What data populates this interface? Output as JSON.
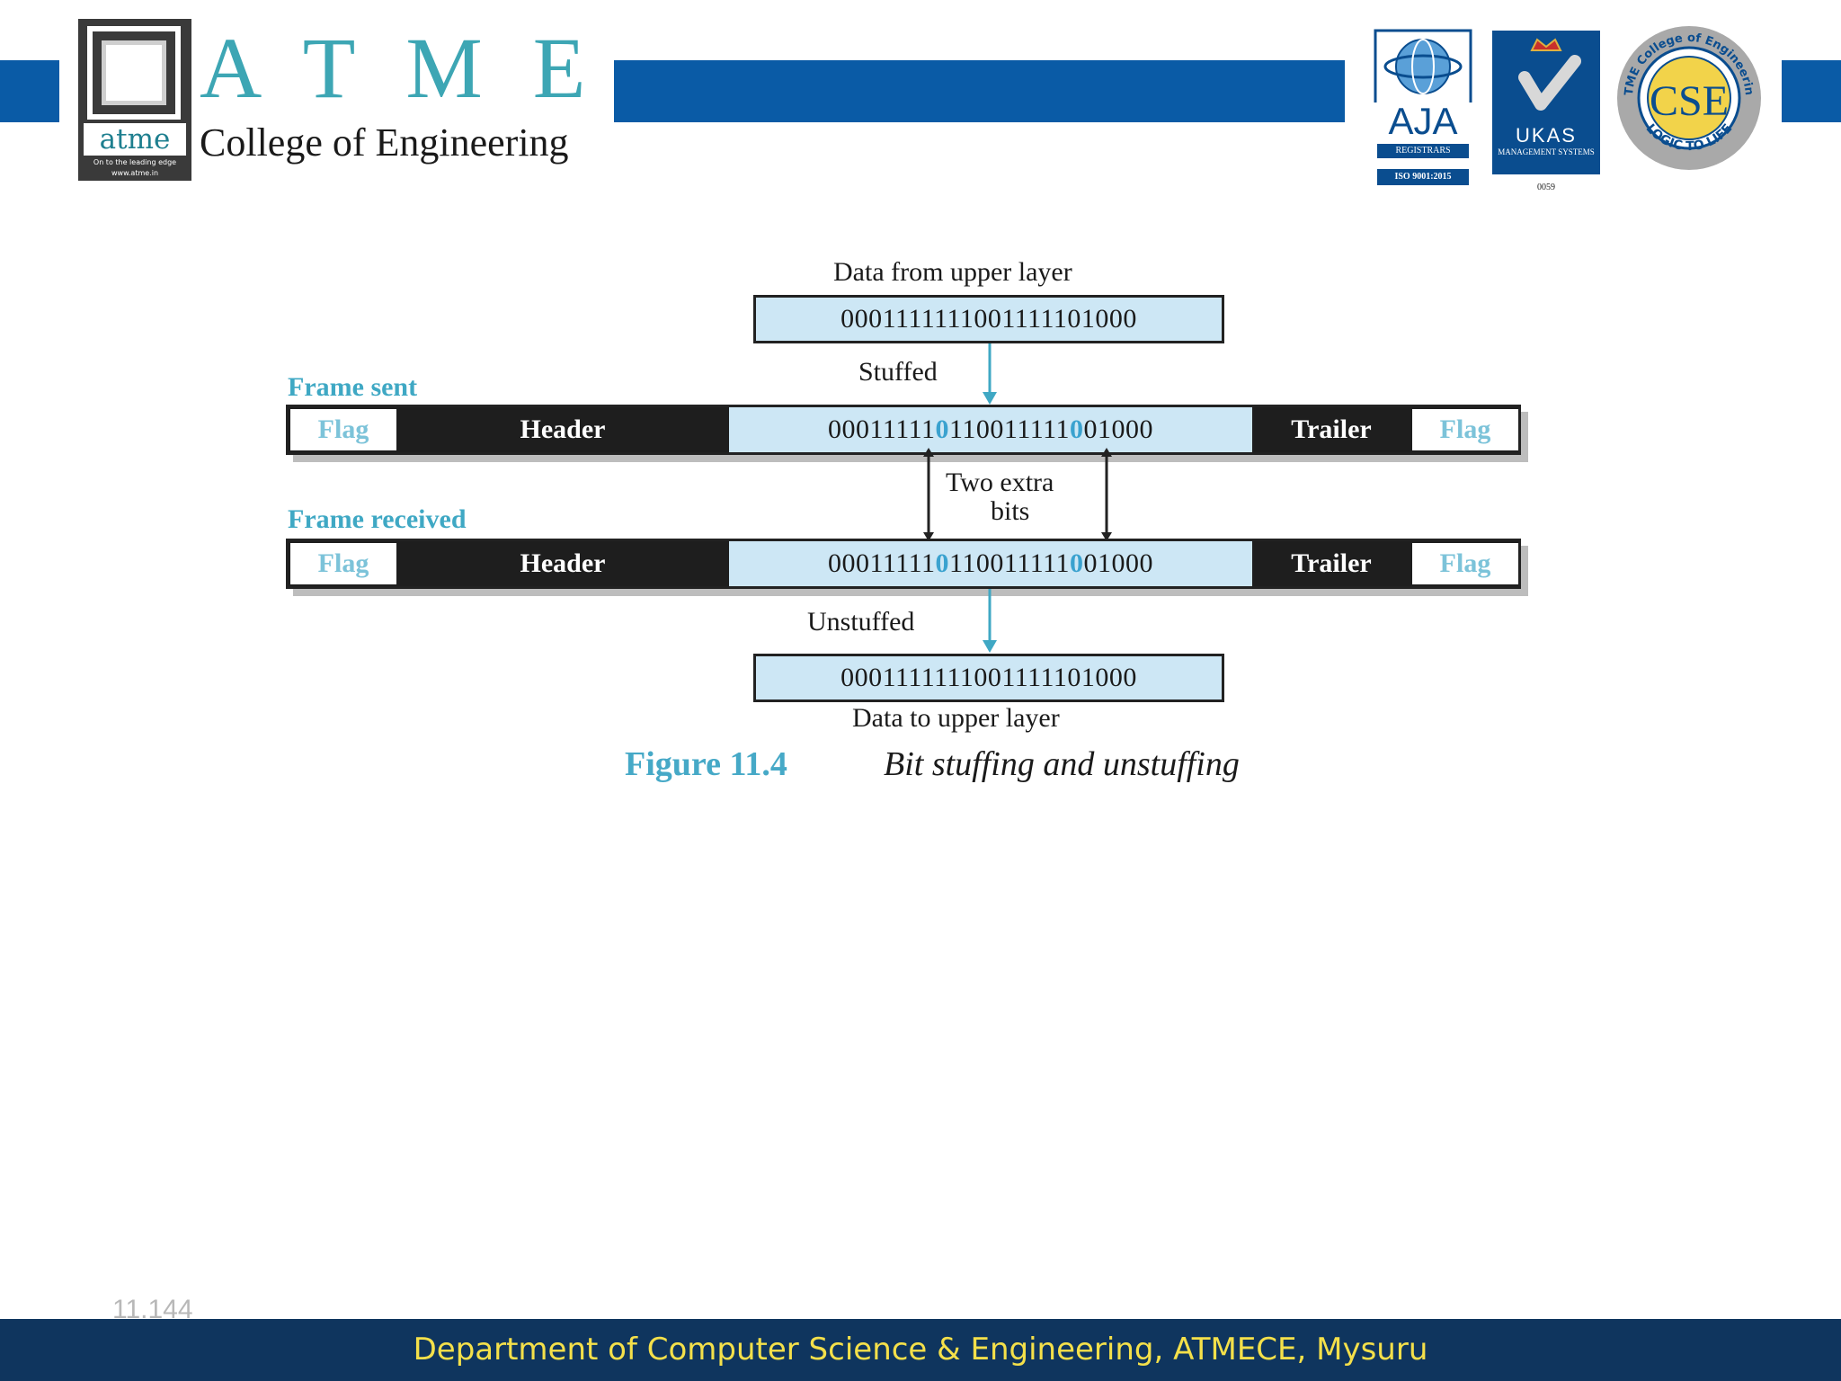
{
  "header": {
    "logo_word": "atme",
    "logo_tagline": "On to the leading edge",
    "logo_url": "www.atme.in",
    "title": "ATME",
    "subtitle": "College of Engineering",
    "badges": {
      "aja_name": "AJA",
      "aja_registrars": "REGISTRARS",
      "aja_iso": "ISO 9001:2015",
      "ukas_name": "UKAS",
      "ukas_sub": "MANAGEMENT SYSTEMS",
      "ukas_number": "0059",
      "cse_letters": "CSE",
      "cse_ring_top": "ATME College of Engineering",
      "cse_ring_bottom": "LOGIC TO LIFE"
    },
    "band_color": "#0a5ba6"
  },
  "diagram": {
    "top_label": "Data from upper layer",
    "top_data": "0001111111001111101000",
    "stuffed_label": "Stuffed",
    "frame_sent_label": "Frame sent",
    "frame_received_label": "Frame received",
    "frame_fields": {
      "flag": "Flag",
      "header": "Header",
      "trailer": "Trailer"
    },
    "sent_payload": {
      "part1": "00011111",
      "bit1": "0",
      "part2": "110011111",
      "bit2": "0",
      "part3": "01000"
    },
    "received_payload": {
      "part1": "00011111",
      "bit1": "0",
      "part2": "110011111",
      "bit2": "0",
      "part3": "01000"
    },
    "extra_bits_line1": "Two extra",
    "extra_bits_line2": "bits",
    "unstuffed_label": "Unstuffed",
    "bottom_data": "0001111111001111101000",
    "bottom_label": "Data to upper layer",
    "figure_number": "Figure 11.4",
    "figure_title": "Bit stuffing and unstuffing",
    "accent_color": "#3fa8c4"
  },
  "footer": {
    "text": "Department of Computer Science & Engineering, ATMECE, Mysuru",
    "page_number": "11.144",
    "background": "#0f355e",
    "text_color": "#f4e04a"
  }
}
